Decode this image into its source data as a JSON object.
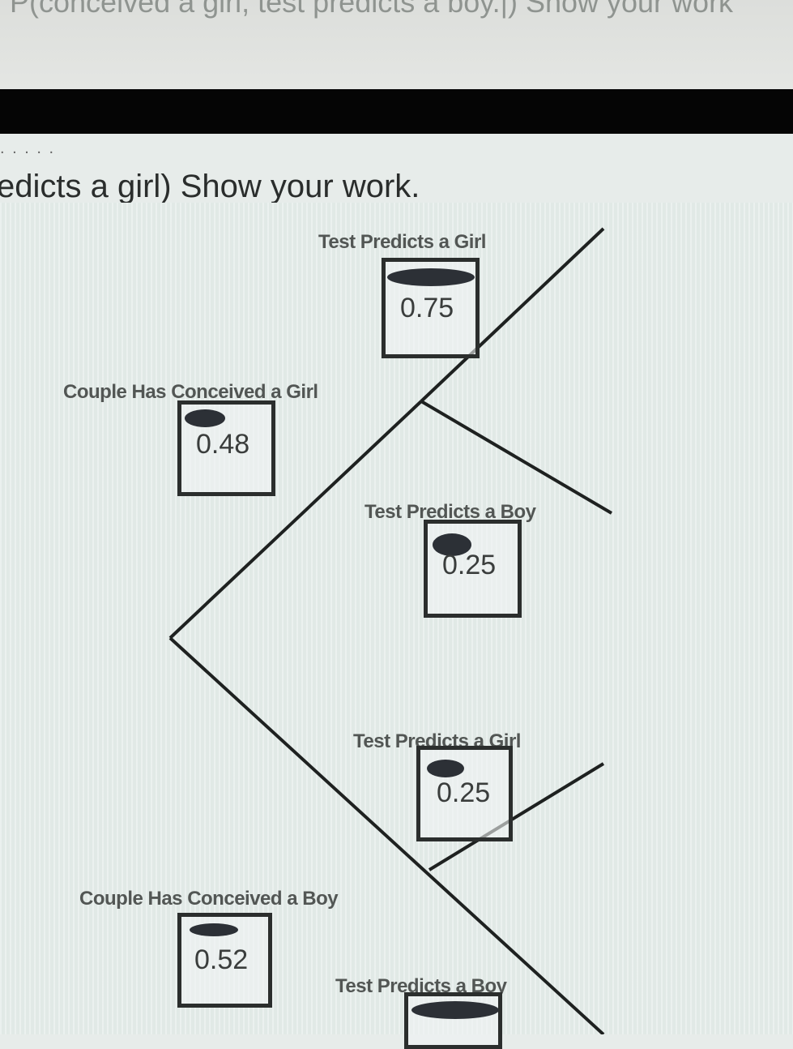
{
  "header": {
    "previous_question": "P(conceived a girl, test predicts a boy.|) Show your work",
    "current_question": "edicts a girl) Show your work.",
    "dots": ". . . . ."
  },
  "tree": {
    "girl_branch": {
      "label": "Couple Has Conceived a Girl",
      "value": "0.48",
      "children": [
        {
          "label": "Test Predicts a Girl",
          "value": "0.75"
        },
        {
          "label": "Test Predicts a Boy",
          "value": "0.25"
        }
      ]
    },
    "boy_branch": {
      "label": "Couple Has Conceived a Boy",
      "value": "0.52",
      "children": [
        {
          "label": "Test Predicts a Girl",
          "value": "0.25"
        },
        {
          "label": "Test Predicts a Boy",
          "value": ""
        }
      ]
    }
  },
  "colors": {
    "line": "#1e2120",
    "label": "#525654",
    "background": "#e1e9e6"
  }
}
